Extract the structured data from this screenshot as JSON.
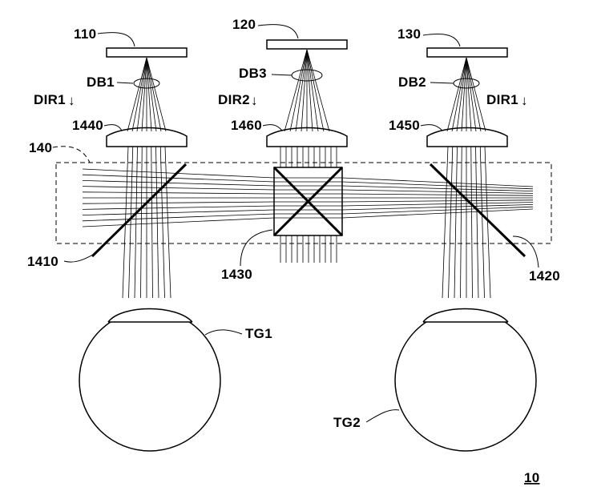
{
  "labels": {
    "display_left": "110",
    "display_center": "120",
    "display_right": "130",
    "db1": "DB1",
    "db2": "DB2",
    "db3": "DB3",
    "dir1_left": "DIR1",
    "dir1_right": "DIR1",
    "dir2": "DIR2",
    "lens_left": "1440",
    "lens_center": "1460",
    "lens_right": "1450",
    "module": "140",
    "mirror_left": "1410",
    "cube": "1430",
    "mirror_right": "1420",
    "eye_left": "TG1",
    "eye_right": "TG2",
    "figure_ref": "10"
  },
  "arrow_glyph": "↓"
}
